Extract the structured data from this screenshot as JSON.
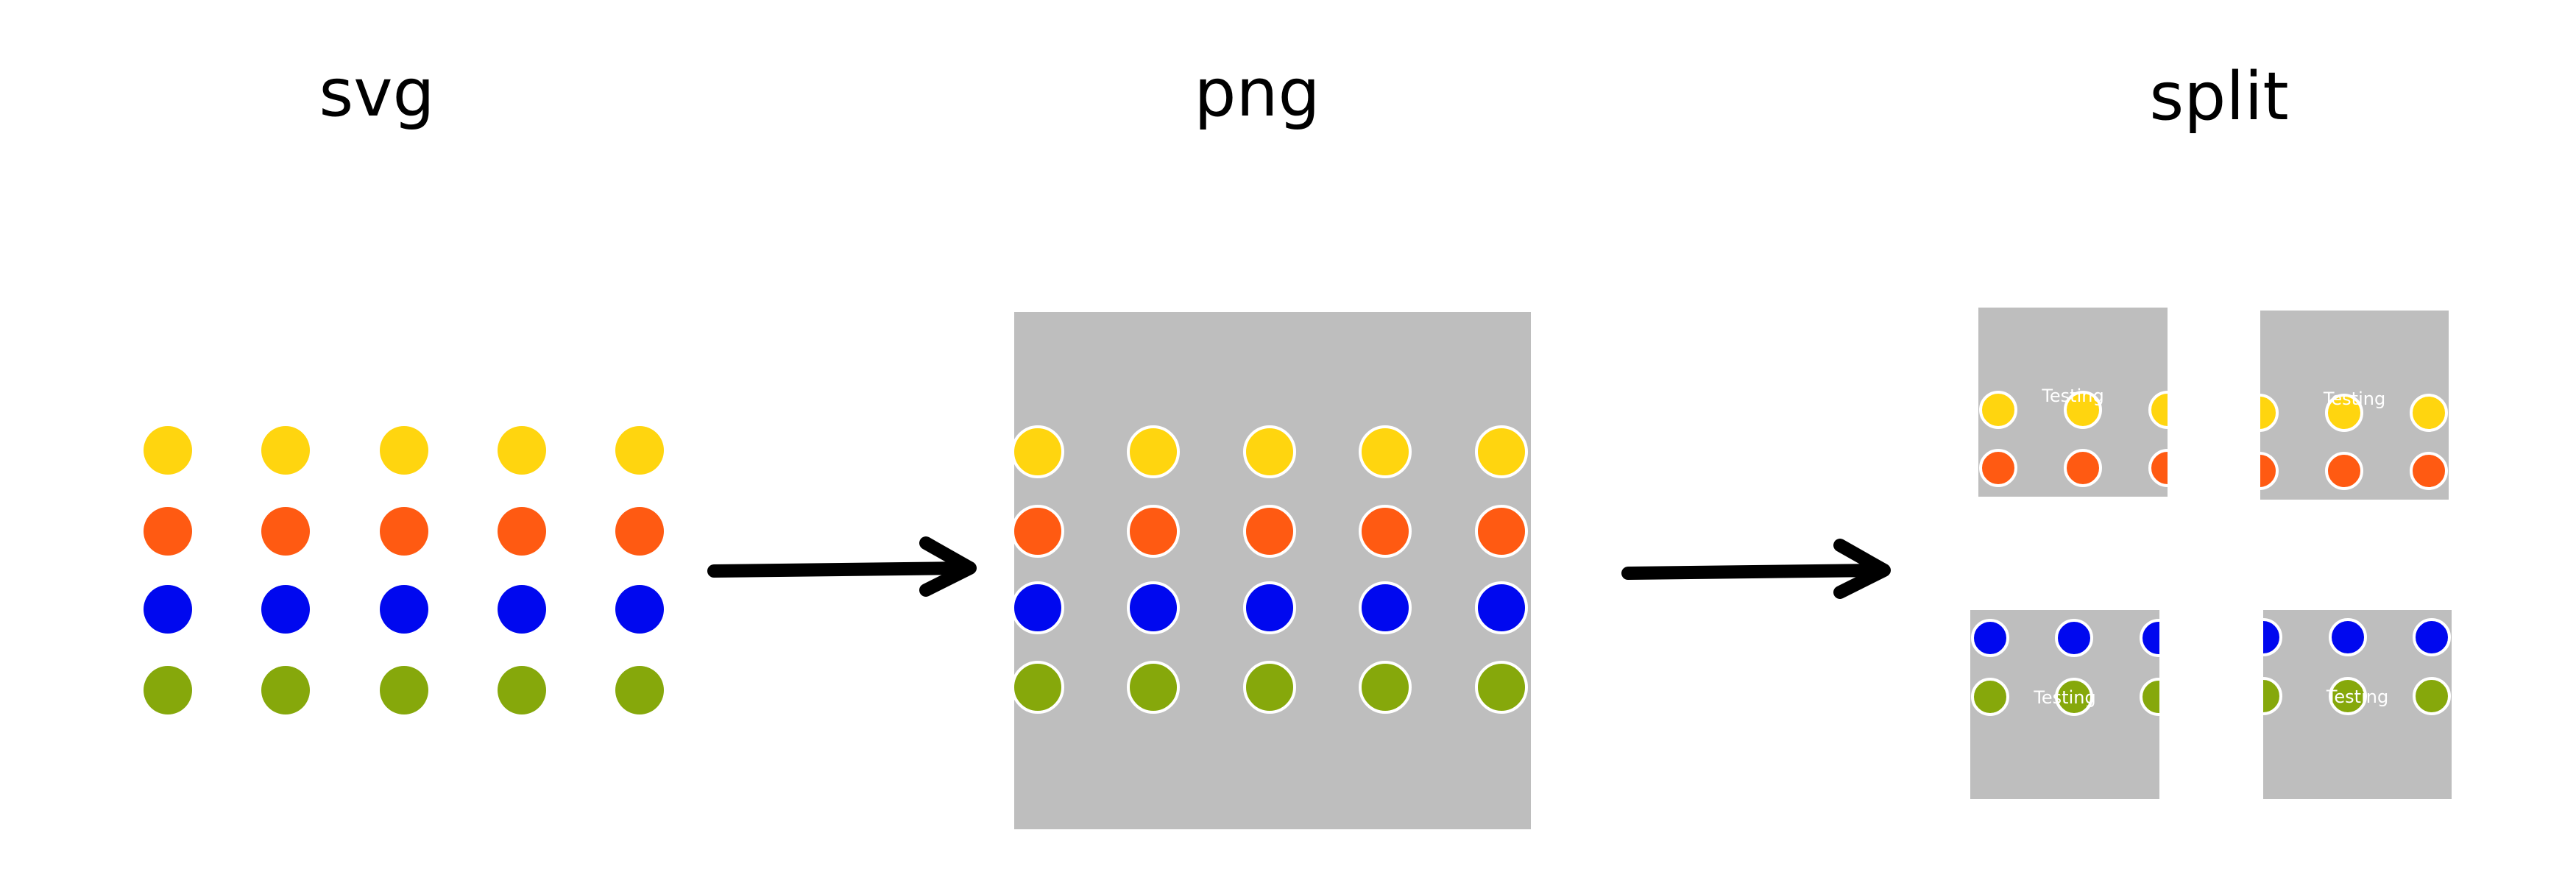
{
  "titles": {
    "svg": "svg",
    "png": "png",
    "split": "split"
  },
  "tile_label": "Testing",
  "palette": {
    "background": "#ffffff",
    "panel": "#bebebe",
    "outline": "#ffffff",
    "arrow": "#000000",
    "title": "#000000"
  },
  "dot_rows": [
    {
      "name": "yellow",
      "color": "#ffd50f"
    },
    {
      "name": "orange",
      "color": "#ff5a12"
    },
    {
      "name": "blue",
      "color": "#0008ef"
    },
    {
      "name": "green",
      "color": "#86a80b"
    }
  ],
  "dots_per_row": 5,
  "split_tiles": [
    {
      "name": "top-left",
      "rows": [
        "yellow",
        "orange"
      ]
    },
    {
      "name": "top-right",
      "rows": [
        "yellow",
        "orange"
      ]
    },
    {
      "name": "bottom-left",
      "rows": [
        "blue",
        "green"
      ]
    },
    {
      "name": "bottom-right",
      "rows": [
        "blue",
        "green"
      ]
    }
  ],
  "icons": [
    "arrow-right-icon",
    "arrow-right-icon"
  ]
}
